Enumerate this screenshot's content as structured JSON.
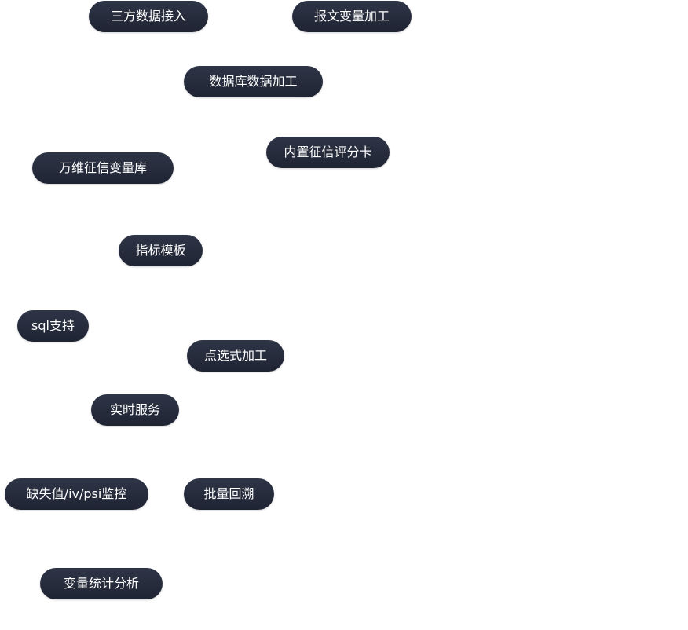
{
  "tags": [
    "三方数据接入",
    "报文变量加工",
    "数据库数据加工",
    "内置征信评分卡",
    "万维征信变量库",
    "指标模板",
    "sql支持",
    "点选式加工",
    "实时服务",
    "缺失值/iv/psi监控",
    "批量回溯",
    "变量统计分析"
  ],
  "colors": {
    "tag_background": "#262c3c",
    "tag_text": "#ffffff",
    "page_background": "#ffffff"
  }
}
